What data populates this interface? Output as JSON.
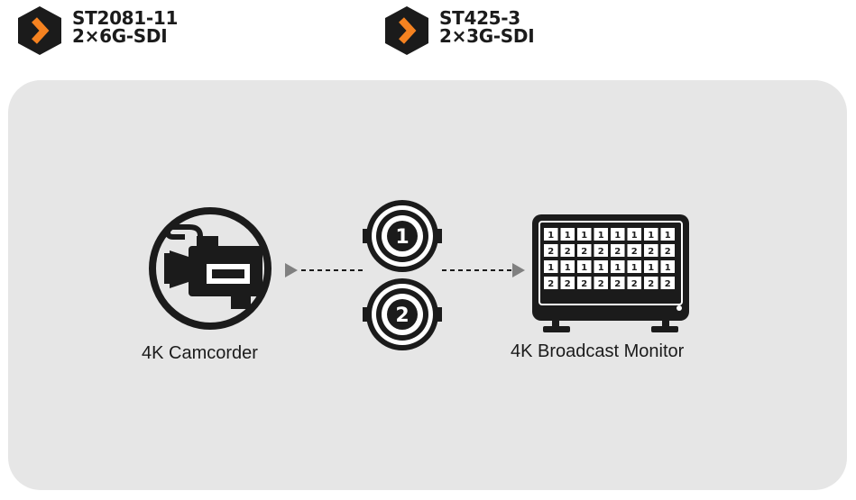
{
  "header": {
    "left_badge": {
      "line1": "ST2081-11",
      "line2": "2×6G-SDI",
      "icon": "chevron-right-icon"
    },
    "right_badge": {
      "line1": "ST425-3",
      "line2": "2×3G-SDI",
      "icon": "chevron-right-icon"
    }
  },
  "colors": {
    "accent": "#f58220",
    "dark": "#1b1b1b",
    "panel": "#e6e6e6"
  },
  "diagram": {
    "source": {
      "label": "4K Camcorder",
      "icon": "video-camera-icon"
    },
    "links": [
      {
        "number": "1",
        "icon": "bnc-connector-icon"
      },
      {
        "number": "2",
        "icon": "bnc-connector-icon"
      }
    ],
    "destination": {
      "label": "4K Broadcast Monitor",
      "icon": "broadcast-monitor-icon",
      "screen_rows": [
        "1",
        "2",
        "1",
        "2"
      ]
    }
  }
}
